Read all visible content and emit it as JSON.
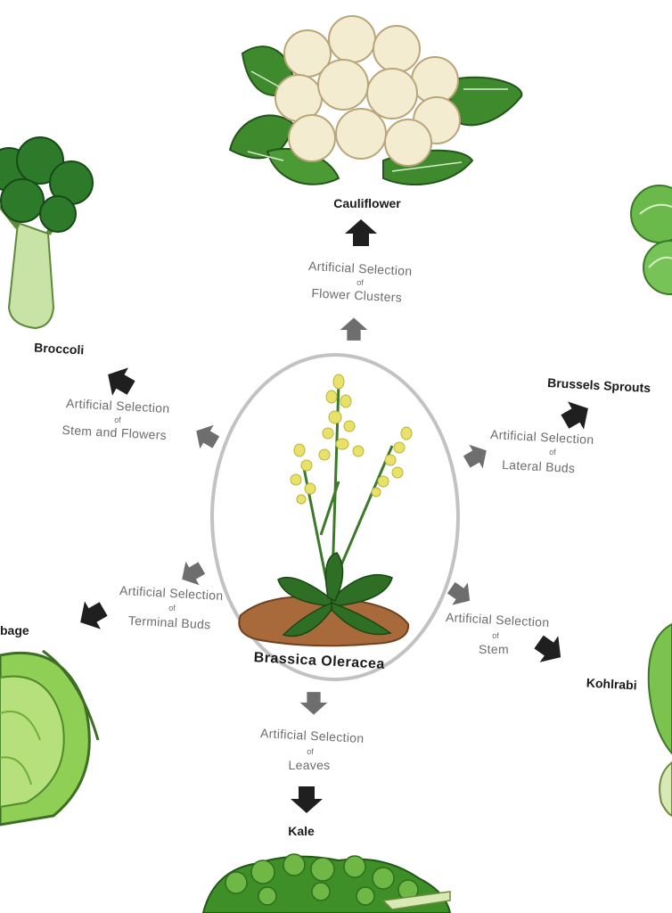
{
  "center": {
    "label": "Brassica Oleracea"
  },
  "of_word": "of",
  "selection_prefix": "Artificial Selection",
  "branches": {
    "cauliflower": {
      "label": "Cauliflower",
      "trait": "Flower Clusters"
    },
    "broccoli": {
      "label": "Broccoli",
      "trait": "Stem and Flowers"
    },
    "brussels": {
      "label": "Brussels Sprouts",
      "trait": "Lateral Buds"
    },
    "cabbage": {
      "label": "bage",
      "trait": "Terminal Buds"
    },
    "kohlrabi": {
      "label": "Kohlrabi",
      "trait": "Stem"
    },
    "kale": {
      "label": "Kale",
      "trait": "Leaves"
    }
  },
  "colors": {
    "dark_arrow": "#1f1f1f",
    "light_arrow": "#6e6e6e",
    "ellipse": "#c2c2c2",
    "leaf_green": "#3f8a2b",
    "flower_yellow": "#e9e26a",
    "cauliflower_cream": "#f4ecd0",
    "soil": "#a86a3a"
  },
  "icons": {
    "cauliflower": "cauliflower-icon",
    "broccoli": "broccoli-icon",
    "brussels": "brussels-sprouts-icon",
    "cabbage": "cabbage-icon",
    "kohlrabi": "kohlrabi-icon",
    "kale": "kale-icon",
    "plant": "wild-mustard-plant-icon"
  }
}
